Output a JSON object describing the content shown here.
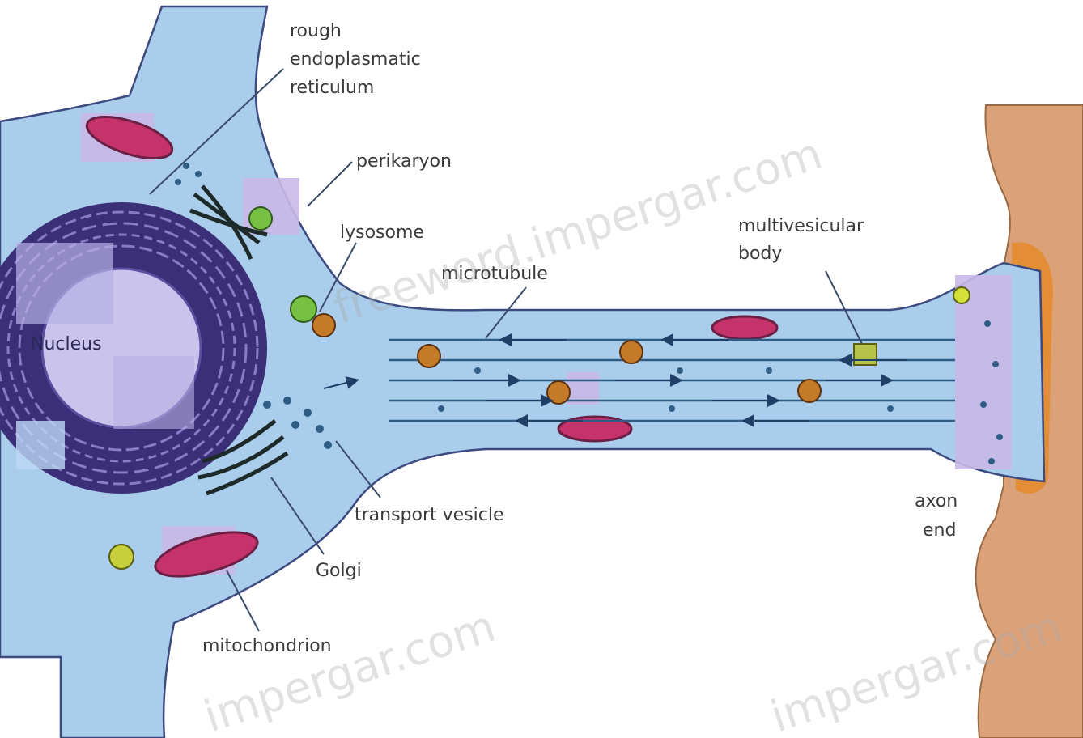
{
  "labels": {
    "rough_er": [
      "rough",
      "endoplasmatic",
      "reticulum"
    ],
    "perikaryon": "perikaryon",
    "lysosome": "lysosome",
    "microtubule": "microtubule",
    "multivesicular_body": [
      "multivesicular",
      "body"
    ],
    "nucleus": "Nucleus",
    "transport_vesicle": "transport vesicle",
    "golgi": "Golgi",
    "mitochondrion": "mitochondrion",
    "axon_end": [
      "axon",
      "end"
    ]
  },
  "watermarks": [
    "freeword.impergar.com",
    "impergar.com",
    "impergar.com"
  ],
  "colors": {
    "cytoplasm": "#a9cdea",
    "membrane": "#3c4a80",
    "nucleus_fill": "#c9c3ea",
    "er": "#3b2f78",
    "target_cell": "#d8a57c",
    "synapse": "#d98a3a",
    "mitochondrion": "#c6336a",
    "lysosome": "#76c043"
  }
}
